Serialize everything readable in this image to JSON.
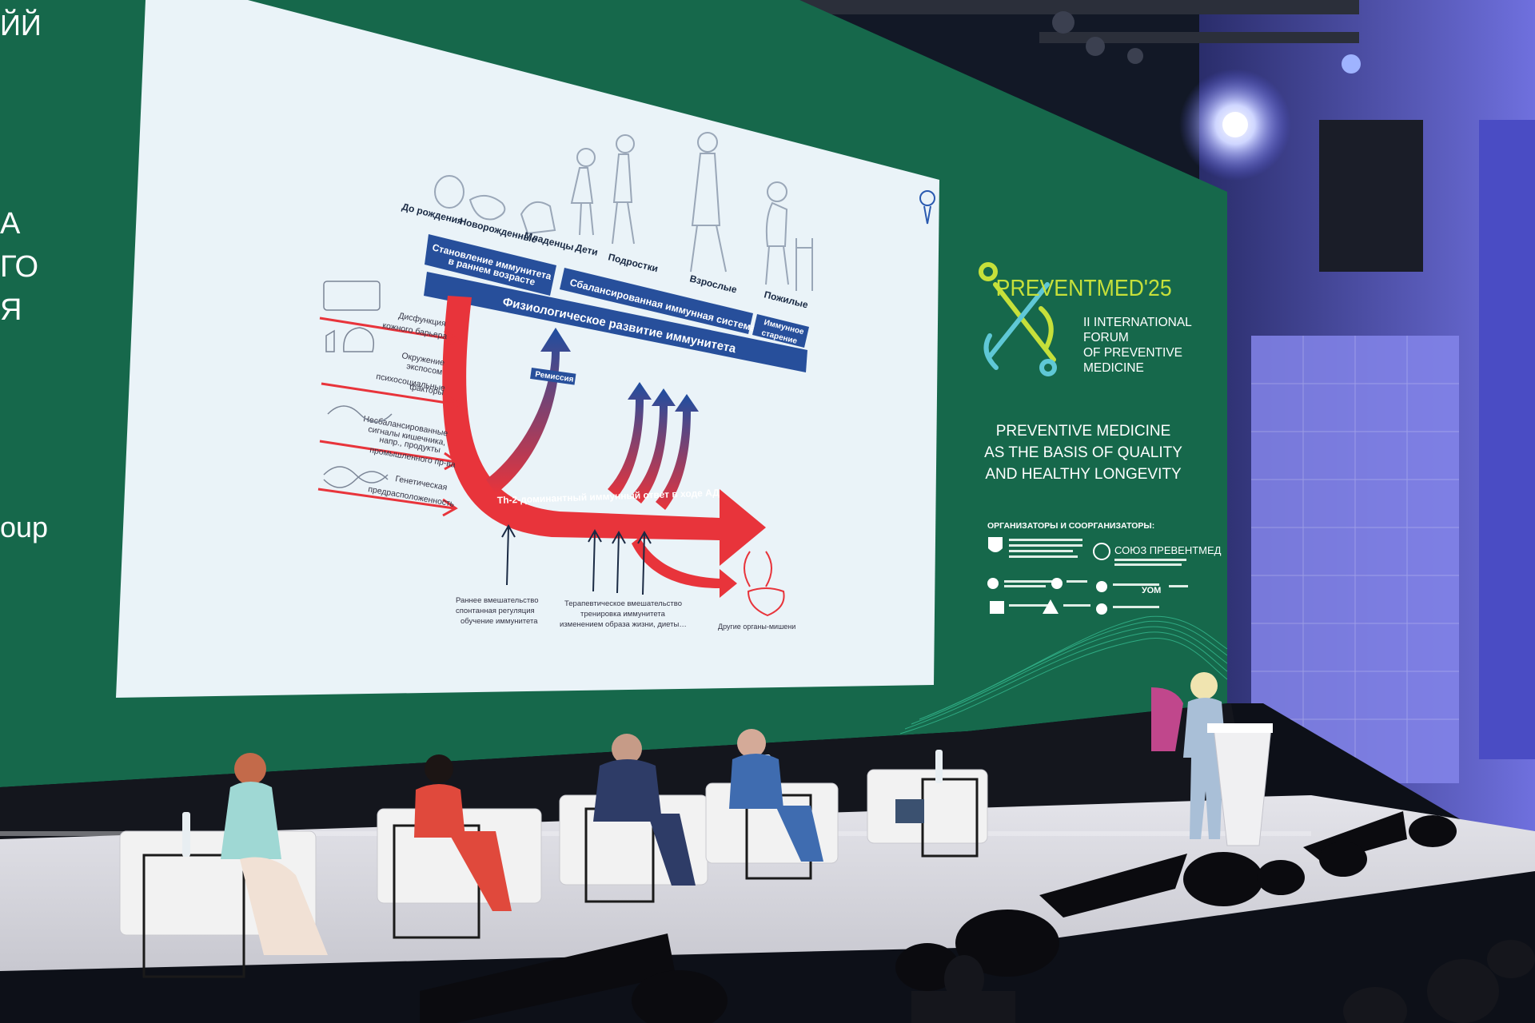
{
  "left_screen": {
    "fragment_top": "ЙЙ",
    "fragment_lines": [
      "А",
      "ГО",
      "Я"
    ],
    "fragment_bottom": "oup"
  },
  "slide": {
    "age_labels": [
      "До рождения",
      "Новорожденные",
      "Младенцы",
      "Дети",
      "Подростки",
      "Взрослые",
      "Пожилые"
    ],
    "box_early": [
      "Становление иммунитета",
      "в раннем возрасте"
    ],
    "box_balanced": "Сбалансированная иммунная система",
    "box_elderly": [
      "Иммунное",
      "старение"
    ],
    "bar_main": "Физиологическое развитие иммунитета",
    "remission": "Ремиссия",
    "factors": [
      [
        "Дисфункция",
        "кожного барьера"
      ],
      [
        "Окружение",
        "экспосом",
        "психосоциальные",
        "факторы"
      ],
      [
        "Несбалансированные",
        "сигналы кишечника,",
        "напр., продукты",
        "промышленного пр-ва"
      ],
      [
        "Генетическая",
        "предрасположенность"
      ]
    ],
    "th2": "Th-2-доминантный иммунный ответ в ходе АД",
    "early_intervention": [
      "Раннее вмешательство",
      "спонтанная регуляция",
      "обучение иммунитета"
    ],
    "therapeutic": [
      "Терапевтическое вмешательство",
      "тренировка иммунитета",
      "изменением образа жизни, диеты…"
    ],
    "organs": "Другие органы-мишени"
  },
  "right_screen": {
    "brand": "PREVENTMED'25",
    "forum_lines": [
      "II INTERNATIONAL",
      "FORUM",
      "OF PREVENTIVE",
      "MEDICINE"
    ],
    "theme_lines": [
      "PREVENTIVE MEDICINE",
      "AS THE BASIS OF QUALITY",
      "AND HEALTHY LONGEVITY"
    ],
    "organizers": "ОРГАНИЗАТОРЫ И СООРГАНИЗАТОРЫ:",
    "union": "СОЮЗ ПРЕВЕНТМЕД",
    "uom": "УОМ",
    "colors": {
      "background": "#176b4f",
      "accent": "#c6e03a",
      "text": "#ffffff"
    }
  },
  "stage": {
    "colors": {
      "floor": "#d9d9df",
      "wall_light": "#7d7ee6",
      "night": "#0f1622"
    }
  }
}
